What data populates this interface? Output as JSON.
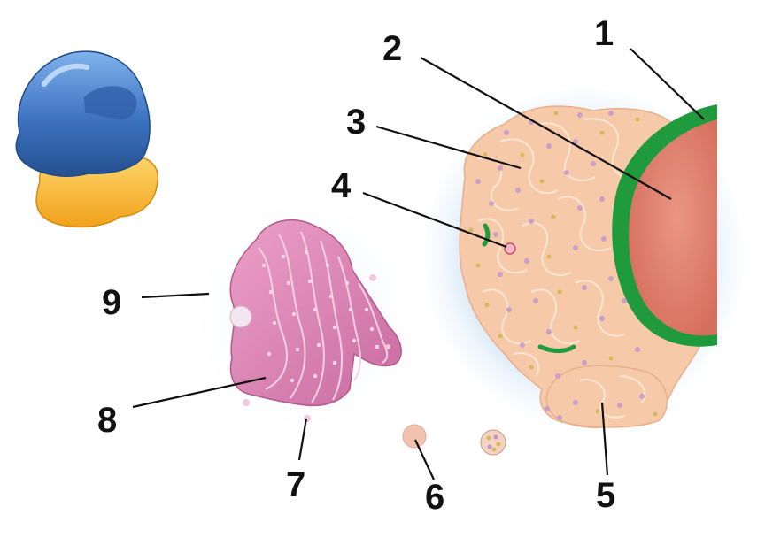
{
  "diagram": {
    "labels": [
      "1",
      "2",
      "3",
      "4",
      "5",
      "6",
      "7",
      "8",
      "9"
    ],
    "parts": {
      "ribosome": {
        "large_subunit_color": "#3d72c0",
        "small_subunit_color": "#f7b52e"
      },
      "nuclear_envelope": {
        "color": "#1f9a3c"
      },
      "nucleus": {
        "color": "#e07d6c"
      },
      "endoplasmic_reticulum": {
        "color": "#f6c9a8"
      },
      "ribosome_dots": {
        "color": "#c9a0c8"
      },
      "golgi_apparatus": {
        "color": "#d97fb0"
      },
      "vesicles": {
        "color": "#f2c2b0"
      }
    }
  }
}
